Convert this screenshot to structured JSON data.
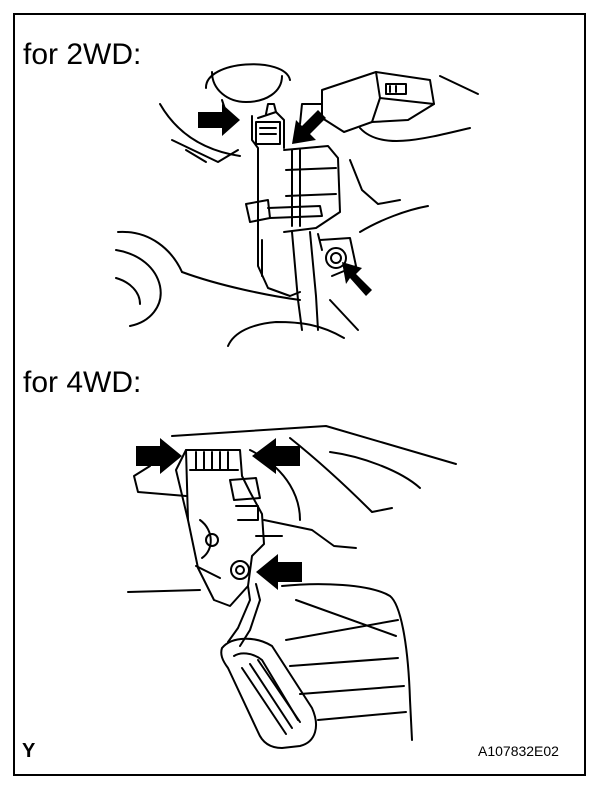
{
  "figure": {
    "section_2wd_label": "for 2WD:",
    "section_4wd_label": "for 4WD:",
    "corner_mark": "Y",
    "figure_code": "A107832E02"
  },
  "colors": {
    "line": "#000000",
    "background": "#ffffff"
  }
}
